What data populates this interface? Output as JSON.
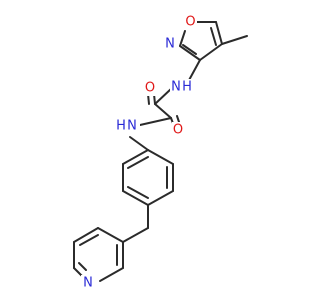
{
  "structure": {
    "colors": {
      "carbon": "#2b2b2b",
      "nitrogen": "#2a2ad6",
      "oxygen": "#e01818",
      "background": "#ffffff"
    },
    "atoms": [
      {
        "id": "o_iso",
        "label": "O",
        "element": "oxygen"
      },
      {
        "id": "n_iso",
        "label": "N",
        "element": "nitrogen"
      },
      {
        "id": "n_amide_1",
        "label": "H",
        "element": "nitrogen",
        "prefix": "N"
      },
      {
        "id": "o_carbonyl_1",
        "label": "O",
        "element": "oxygen"
      },
      {
        "id": "o_carbonyl_2",
        "label": "O",
        "element": "oxygen"
      },
      {
        "id": "n_amide_2",
        "label": "H",
        "element": "nitrogen",
        "prefix": "N"
      },
      {
        "id": "n_pyridine",
        "label": "N",
        "element": "nitrogen"
      }
    ]
  }
}
